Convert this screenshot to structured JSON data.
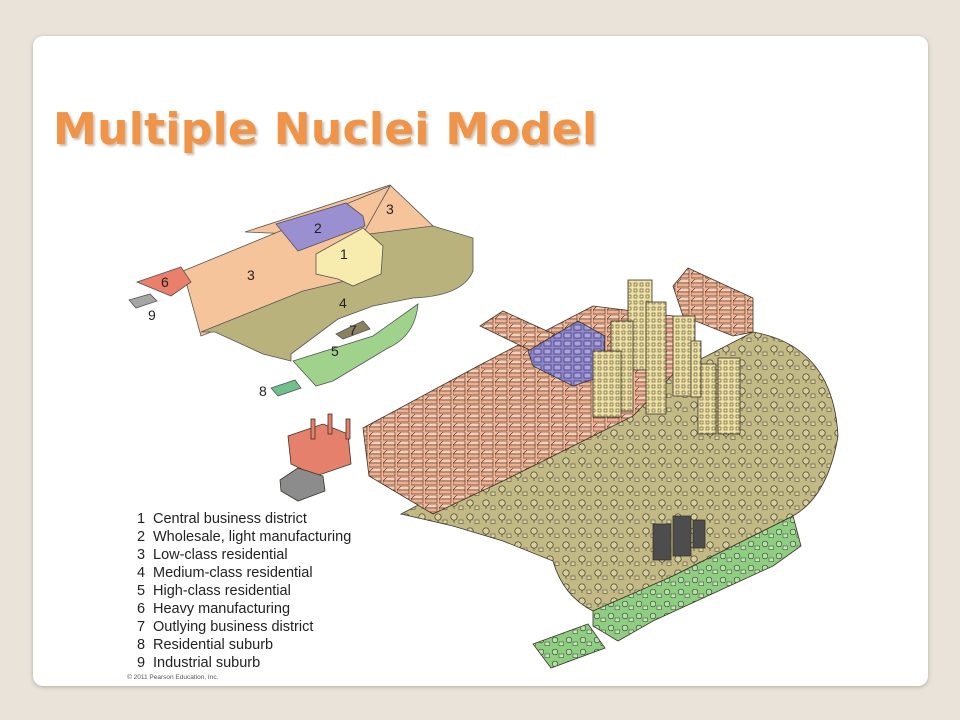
{
  "slide": {
    "title": "Multiple Nuclei Model",
    "copyright": "© 2011 Pearson Education, Inc."
  },
  "diagram": {
    "zone_labels": [
      "2",
      "3",
      "1",
      "6",
      "3",
      "9",
      "4",
      "7",
      "5",
      "8"
    ],
    "legend": [
      {
        "num": "1",
        "label": "Central business district"
      },
      {
        "num": "2",
        "label": "Wholesale, light manufacturing"
      },
      {
        "num": "3",
        "label": "Low-class residential"
      },
      {
        "num": "4",
        "label": "Medium-class residential"
      },
      {
        "num": "5",
        "label": "High-class residential"
      },
      {
        "num": "6",
        "label": "Heavy manufacturing"
      },
      {
        "num": "7",
        "label": "Outlying business district"
      },
      {
        "num": "8",
        "label": "Residential suburb"
      },
      {
        "num": "9",
        "label": "Industrial suburb"
      }
    ]
  },
  "colors": {
    "title": "#ef9448",
    "cbd": "#f7ebad",
    "wholesale": "#9a8fd0",
    "low_class": "#f6c49b",
    "medium_class": "#bab27c",
    "high_class": "#9fd28a",
    "heavy_manufacturing": "#ea7f6c",
    "outlying_business": "#8b8060",
    "suburb_residential": "#6fc08a",
    "suburb_industrial": "#a6a6a6"
  }
}
